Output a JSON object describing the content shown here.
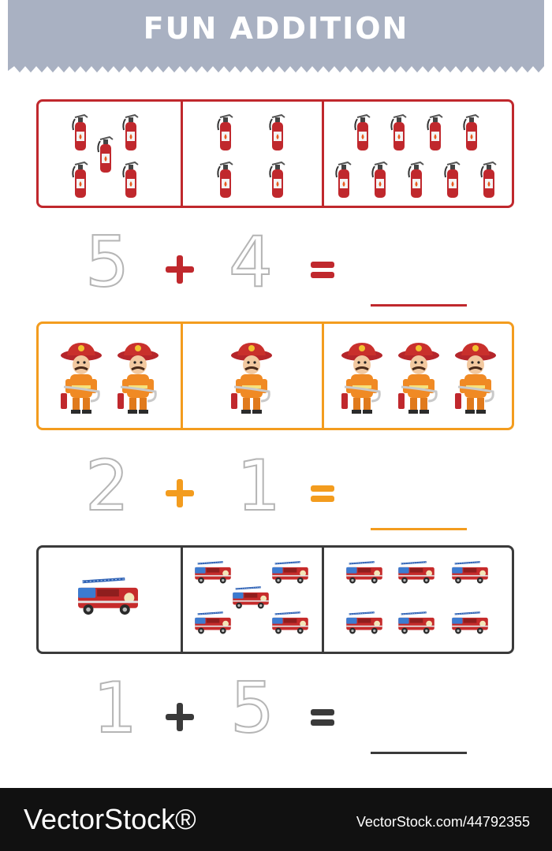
{
  "header": {
    "title": "FUN ADDITION",
    "banner_color": "#a9b1c2"
  },
  "rows": [
    {
      "item_icon": "fire-extinguisher-icon",
      "color": "#c0282d",
      "counts": [
        5,
        4,
        9
      ],
      "addend_a": "5",
      "addend_b": "4",
      "plus": "+",
      "equals": "="
    },
    {
      "item_icon": "firefighter-icon",
      "color": "#f39c1e",
      "counts": [
        2,
        1,
        3
      ],
      "addend_a": "2",
      "addend_b": "1",
      "plus": "+",
      "equals": "="
    },
    {
      "item_icon": "fire-truck-icon",
      "color": "#3a3a3a",
      "counts": [
        1,
        5,
        6
      ],
      "addend_a": "1",
      "addend_b": "5",
      "plus": "+",
      "equals": "="
    }
  ],
  "footer": {
    "logo": "VectorStock®",
    "image_id": "VectorStock.com/44792355"
  }
}
